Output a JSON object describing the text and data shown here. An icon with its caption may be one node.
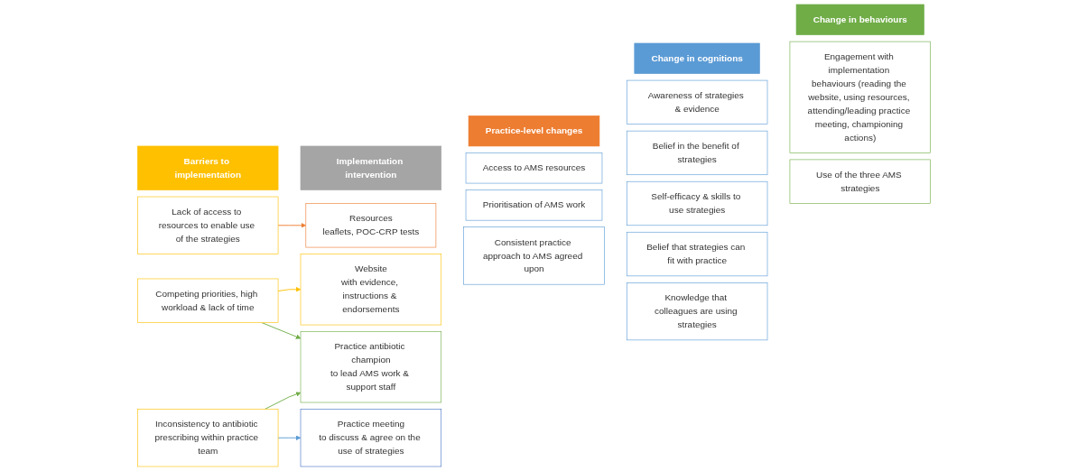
{
  "diagram": {
    "nodes": [
      {
        "text": [
          "Barriers to implementation"
        ]
      },
      {
        "text": [
          "Implementation intervention"
        ]
      },
      {
        "text": [
          "Practice-level changes"
        ]
      },
      {
        "text": [
          "Change in cognitions"
        ]
      },
      {
        "text": [
          "Change in behaviours"
        ]
      },
      {
        "text": [
          "Lack of access to resources to enable use of the strategies"
        ]
      },
      {
        "text": [
          "Competing priorities, high workload & lack of time"
        ]
      },
      {
        "text": [
          "Inconsistency to antibiotic prescribing within practice team"
        ]
      },
      {
        "text": [
          "Website",
          "with evidence, instructions & endorsements"
        ]
      },
      {
        "text": [
          "Resources",
          "leaflets, POC-CRP tests"
        ]
      },
      {
        "text": [
          "Practice antibiotic champion",
          "to lead AMS work & support staff"
        ]
      },
      {
        "text": [
          "Practice meeting",
          "to discuss & agree on the use of strategies"
        ]
      },
      {
        "text": [
          "Access to AMS resources"
        ]
      },
      {
        "text": [
          "Prioritisation of AMS work"
        ]
      },
      {
        "text": [
          "Consistent practice approach to AMS agreed upon"
        ]
      },
      {
        "text": [
          "Awareness of strategies & evidence"
        ]
      },
      {
        "text": [
          "Belief in the benefit of strategies"
        ]
      },
      {
        "text": [
          "Self-efficacy & skills to use strategies"
        ]
      },
      {
        "text": [
          "Belief that strategies can fit with practice"
        ]
      },
      {
        "text": [
          "Knowledge that colleagues are using strategies"
        ]
      },
      {
        "text": [
          "Engagement with implementation behaviours (reading the website, using resources, attending/leading practice meeting, championing actions)"
        ]
      },
      {
        "text": [
          "Use of the three AMS strategies"
        ]
      }
    ],
    "edges": [
      {
        "from": 5,
        "to": 9,
        "arrow": "to",
        "color": "#ed7d31"
      },
      {
        "from": 6,
        "to": 8,
        "arrow": "to",
        "color": "#ffc000"
      },
      {
        "from": 6,
        "to": 10,
        "arrow": "to",
        "color": "#70ad47"
      },
      {
        "from": 7,
        "to": 10,
        "arrow": "to",
        "color": "#70ad47"
      },
      {
        "from": 7,
        "to": 11,
        "arrow": "to",
        "color": "#5b9bd5"
      }
    ]
  }
}
